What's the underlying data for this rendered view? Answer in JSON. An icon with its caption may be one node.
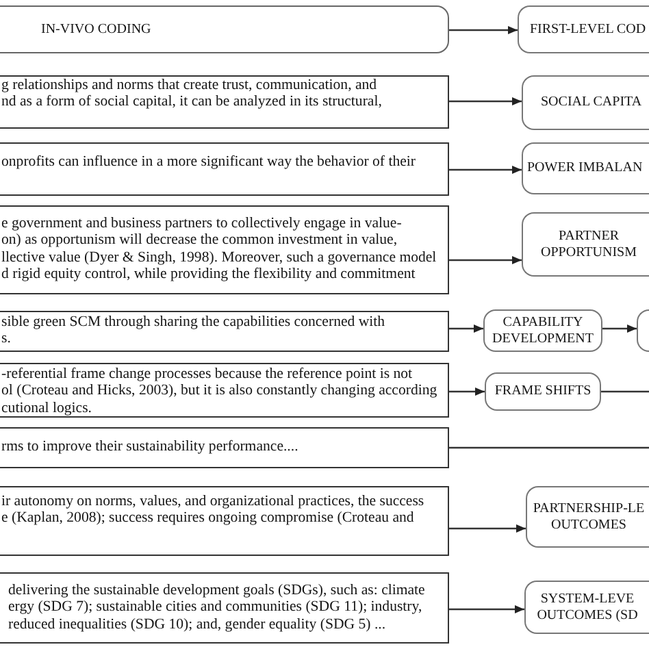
{
  "diagram": {
    "nodes": [
      {
        "text": [
          "IN-VIVO CODING"
        ]
      },
      {
        "text": [
          "FIRST-LEVEL COD"
        ]
      },
      {
        "text": [
          "g relationships and norms that create trust, communication, and nd as a form of social capital, it can be analyzed in its structural,"
        ]
      },
      {
        "text": [
          "SOCIAL CAPITA"
        ]
      },
      {
        "text": [
          "onprofits can influence in a more significant way the behavior of their"
        ]
      },
      {
        "text": [
          "POWER IMBALAN"
        ]
      },
      {
        "text": [
          "e government and business partners to collectively engage in value- on) as opportunism will decrease the common investment in value, llective value (Dyer & Singh, 1998). Moreover, such a governance model d rigid equity control, while providing the flexibility and commitment"
        ]
      },
      {
        "text": [
          "PARTNER OPPORTUNISM"
        ]
      },
      {
        "text": [
          "sible green SCM through sharing the capabilities concerned with s."
        ]
      },
      {
        "text": [
          "CAPABILITY DEVELOPMENT"
        ]
      },
      {
        "text": [],
        "shape": "box"
      },
      {
        "text": [
          "-referential frame change processes because the reference point is not ol (Croteau and Hicks, 2003), but it is also constantly changing according cutional logics."
        ]
      },
      {
        "text": [
          "FRAME SHIFTS"
        ]
      },
      {
        "text": [
          "rms to improve their sustainability performance...."
        ]
      },
      {
        "text": [
          "ir autonomy on norms, values, and organizational practices, the success e (Kaplan, 2008); success requires ongoing compromise (Croteau and"
        ]
      },
      {
        "text": [
          "PARTNERSHIP-LE OUTCOMES"
        ]
      },
      {
        "text": [
          "delivering the sustainable development goals (SDGs), such as: climate ergy (SDG 7); sustainable cities and communities (SDG 11); industry, reduced inequalities (SDG 10); and, gender equality (SDG 5) ..."
        ]
      },
      {
        "text": [
          "SYSTEM-LEVE OUTCOMES (SD"
        ]
      }
    ],
    "edges": [
      {
        "from": 0,
        "to": 1,
        "arrow": "to"
      },
      {
        "from": 2,
        "to": 3,
        "arrow": "to"
      },
      {
        "from": 4,
        "to": 5,
        "arrow": "to"
      },
      {
        "from": 6,
        "to": 7,
        "arrow": "to"
      },
      {
        "from": 8,
        "to": 9,
        "arrow": "to"
      },
      {
        "from": 9,
        "to": 10,
        "arrow": "to"
      },
      {
        "from": 11,
        "to": 12,
        "arrow": "to"
      },
      {
        "from": 12,
        "to": null,
        "arrow": "none"
      },
      {
        "from": 13,
        "to": null,
        "arrow": "none"
      },
      {
        "from": 14,
        "to": 15,
        "arrow": "to"
      },
      {
        "from": 16,
        "to": 17,
        "arrow": "to"
      }
    ]
  }
}
